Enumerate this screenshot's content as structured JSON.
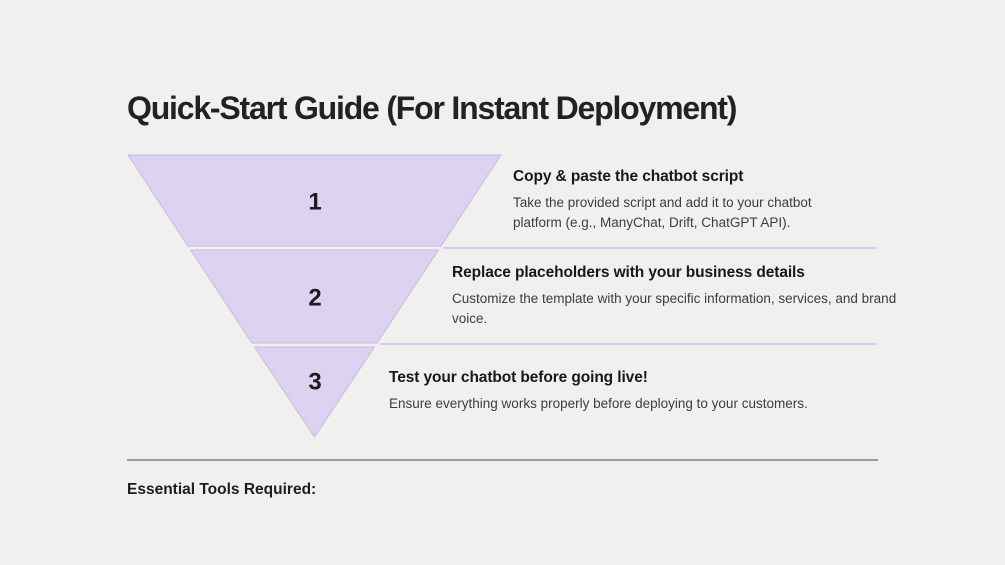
{
  "title": "Quick-Start Guide (For Instant Deployment)",
  "steps": [
    {
      "number": "1",
      "title": "Copy & paste the chatbot script",
      "description": "Take the provided script and add it to your chatbot platform (e.g., ManyChat, Drift, ChatGPT API)."
    },
    {
      "number": "2",
      "title": "Replace placeholders with your business details",
      "description": "Customize the template with your specific information, services, and brand voice."
    },
    {
      "number": "3",
      "title": "Test your chatbot before going live!",
      "description": "Ensure everything works properly before deploying to your customers."
    }
  ],
  "footer_heading": "Essential Tools Required:",
  "colors": {
    "background": "#f0f1ef",
    "funnel_fill": "#ddd2f0",
    "funnel_stroke": "#cab8e8",
    "step_divider": "#d8cbee",
    "separator": "#9b9b9c",
    "title_text": "#212225",
    "body_text": "#3c3d40"
  }
}
